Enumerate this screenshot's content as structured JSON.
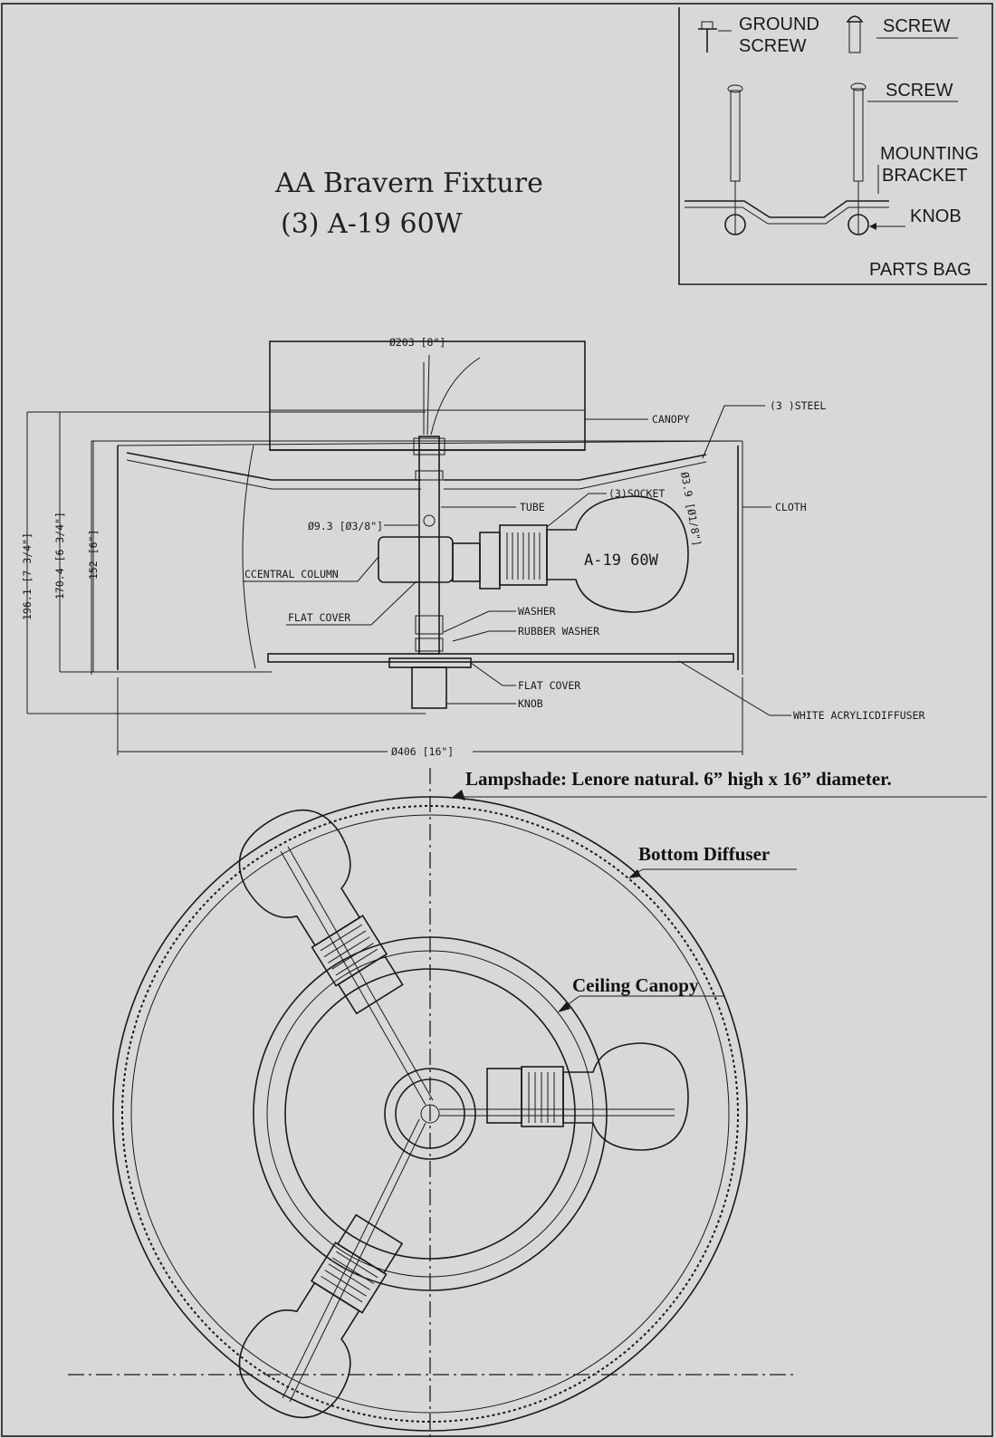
{
  "title": {
    "line1": "AA Bravern Fixture",
    "line2": "(3) A-19  60W"
  },
  "parts_bag": {
    "ground_screw_1": "GROUND",
    "ground_screw_2": "SCREW",
    "screw_top": "SCREW",
    "screw": "SCREW",
    "mounting_1": "MOUNTING",
    "mounting_2": "BRACKET",
    "knob": "KNOB",
    "label": "PARTS BAG"
  },
  "side_view": {
    "dim_top": "Ø203 [8\"]",
    "dim_bottom": "Ø406 [16\"]",
    "dim_h1": "196.1 [7 3/4\"]",
    "dim_h2": "170.4 [6 3/4\"]",
    "dim_h3": "152 [6\"]",
    "dim_wire": "Ø3.9 [Ø1/8\"]",
    "dim_tube": "Ø9.3 [Ø3/8\"]",
    "canopy": "CANOPY",
    "steel": "(3 )STEEL",
    "cloth": "CLOTH",
    "tube": "TUBE",
    "socket": "(3)SOCKET",
    "bulb": "A-19  60W",
    "central_column": "CCENTRAL  COLUMN",
    "flat_cover_top": "FLAT COVER",
    "washer": "WASHER",
    "rubber_washer": "RUBBER WASHER",
    "flat_cover_bottom": "FLAT COVER",
    "knob": "KNOB",
    "diffuser": "WHITE ACRYLICDIFFUSER"
  },
  "notes": {
    "lampshade": "Lampshade: Lenore natural.  6” high x 16” diameter.",
    "bottom_diffuser": "Bottom Diffuser",
    "ceiling_canopy": "Ceiling Canopy"
  },
  "colors": {
    "ink": "#1a1a1a",
    "paper": "#d8d8d6"
  }
}
